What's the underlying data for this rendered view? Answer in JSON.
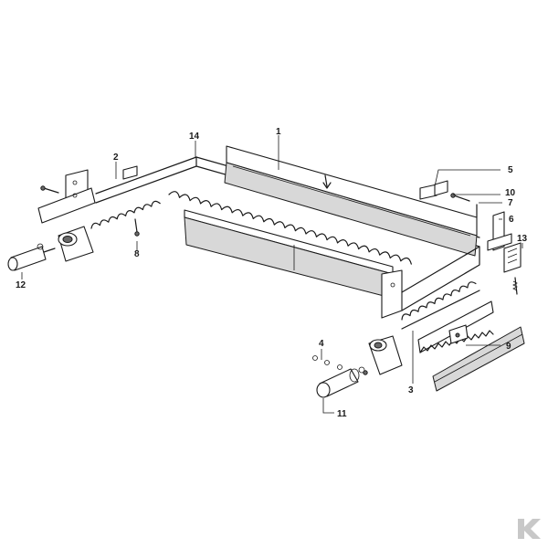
{
  "diagram": {
    "callouts": [
      "1",
      "2",
      "3",
      "4",
      "5",
      "6",
      "7",
      "8",
      "9",
      "10",
      "11",
      "12",
      "13",
      "14"
    ],
    "logo_text": "K"
  },
  "colors": {
    "line": "#1a1a1a",
    "background": "#ffffff",
    "shade": "#d8d8d8",
    "logo": "#c8c8c8"
  }
}
